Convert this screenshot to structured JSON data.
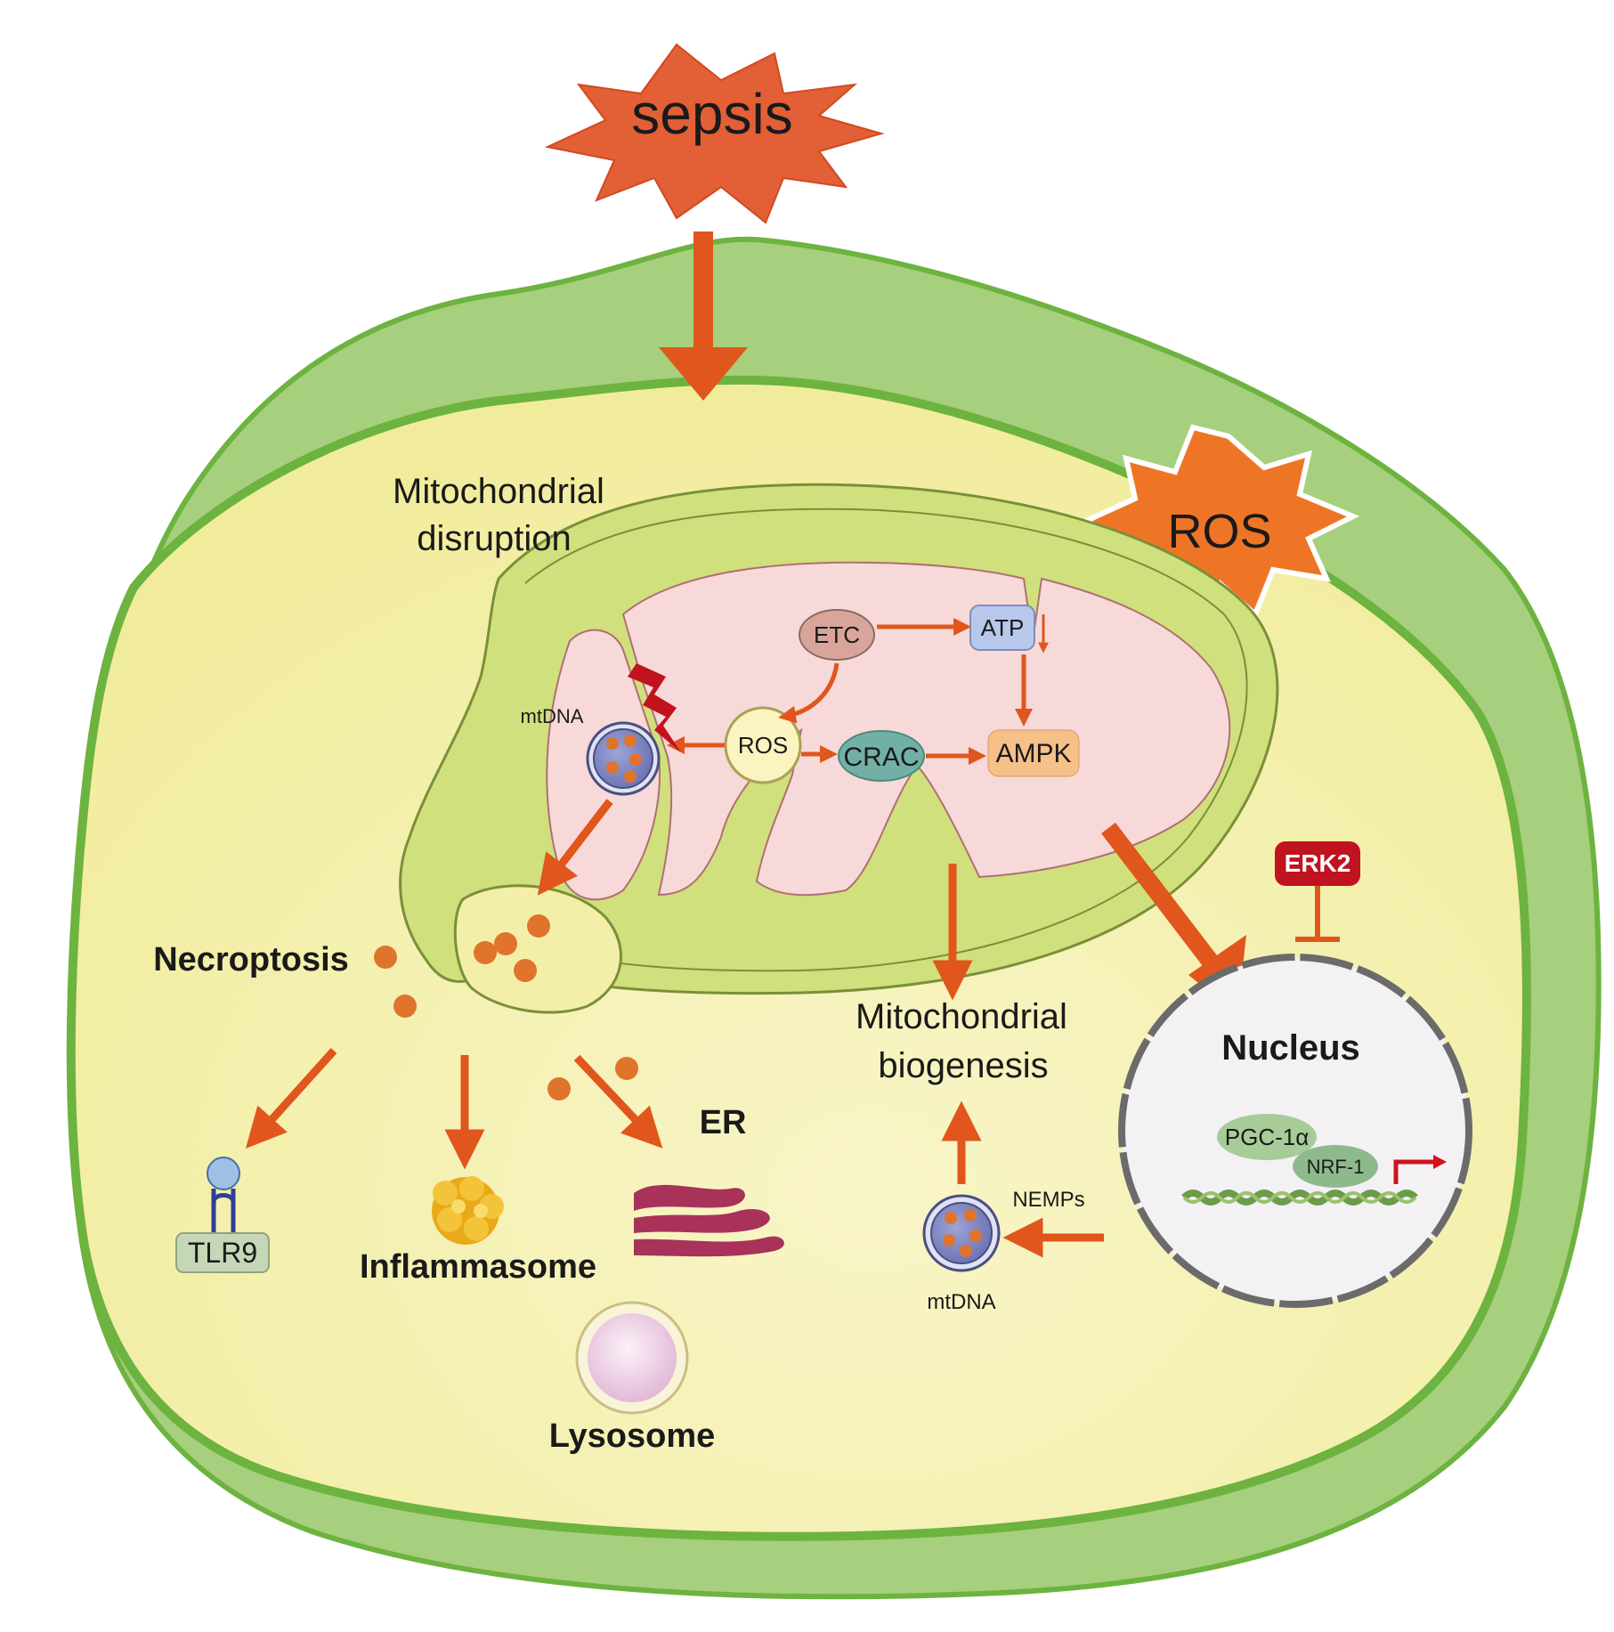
{
  "labels": {
    "sepsis": "sepsis",
    "ros_burst": "ROS",
    "mito_disruption_1": "Mitochondrial",
    "mito_disruption_2": "disruption",
    "etc": "ETC",
    "atp": "ATP",
    "ros_inner": "ROS",
    "crac": "CRAC",
    "ampk": "AMPK",
    "mtdna_top": "mtDNA",
    "necroptosis": "Necroptosis",
    "tlr9": "TLR9",
    "inflammasome": "Inflammasome",
    "er": "ER",
    "lysosome": "Lysosome",
    "mito_biogenesis_1": "Mitochondrial",
    "mito_biogenesis_2": "biogenesis",
    "nemps": "NEMPs",
    "mtdna_bottom": "mtDNA",
    "nucleus": "Nucleus",
    "pgc1a": "PGC-1α",
    "nrf1": "NRF-1",
    "erk2": "ERK2"
  },
  "colors": {
    "arrow": "#e0561d",
    "burst": "#e35f35",
    "burst_ros": "#ef7526",
    "cell_outer": "#a6cf7e",
    "cell_border": "#6db33f",
    "cytoplasm": "#f4efa8",
    "mito_outer": "#cfe07c",
    "matrix": "#f8d9d9",
    "erk2": "#c0121f",
    "nucleus": "#f3f1f4"
  },
  "icons": {
    "tlr9": "receptor-icon",
    "inflammasome": "inflammasome-icon",
    "er": "endoplasmic-reticulum-icon",
    "lysosome": "lysosome-icon",
    "mtdna": "mtdna-circle-icon",
    "damage": "lightning-bolt-icon",
    "promoter": "transcription-arrow-icon"
  }
}
